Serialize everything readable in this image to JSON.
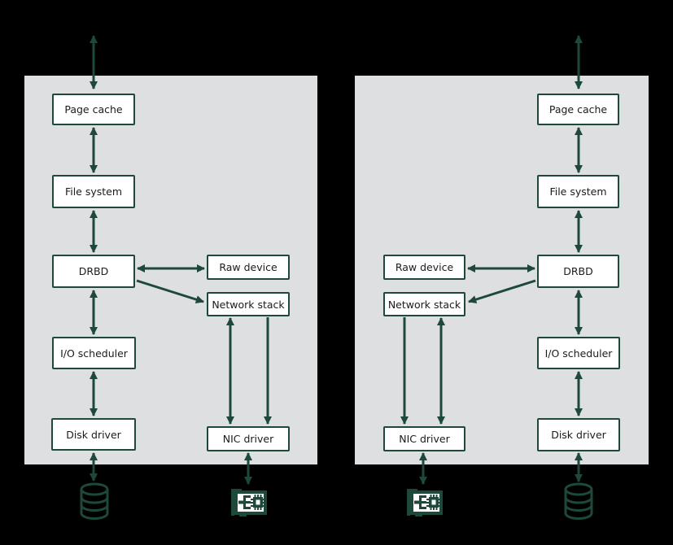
{
  "boxes": {
    "page_cache": "Page cache",
    "file_system": "File system",
    "drbd": "DRBD",
    "raw_device": "Raw device",
    "network_stack": "Network stack",
    "io_scheduler": "I/O scheduler",
    "disk_driver": "Disk driver",
    "nic_driver": "NIC driver"
  },
  "icons": {
    "left_disk": "database-icon",
    "left_nic": "network-card-icon",
    "right_nic": "network-card-icon",
    "right_disk": "database-icon"
  },
  "colors": {
    "background": "#000000",
    "panel": "#dedfe1",
    "accent": "#1e483c",
    "box_fill": "#ffffff",
    "text": "#1b1b1b"
  }
}
